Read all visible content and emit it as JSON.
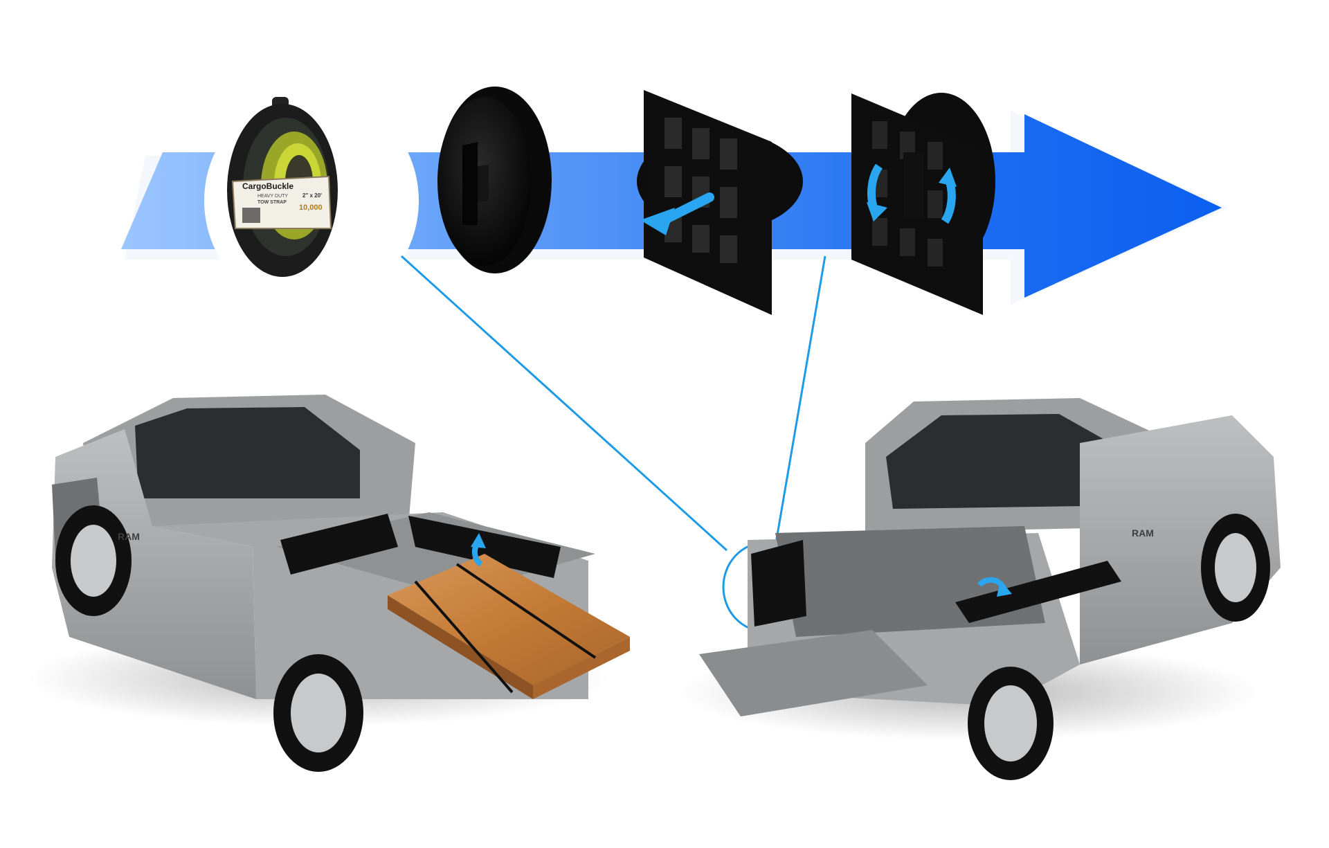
{
  "strap_pack": {
    "brand": "CargoBuckle",
    "subtitle_line1": "HEAVY DUTY",
    "subtitle_line2": "TOW STRAP",
    "size": "2\" x 20'",
    "rating": "10,000"
  },
  "trucks": {
    "left_badge": "RAM",
    "right_badge": "RAM"
  },
  "colors": {
    "arrow_blue": "#0b63f0",
    "arrow_light": "#8dbcff",
    "callout_line": "#1e9be6",
    "truck_body": "#a7a9ab",
    "panel_black": "#111111",
    "wood": "#c9853f",
    "rotate_arrow": "#2aa6f0"
  },
  "icons": [
    "arrow-right-icon",
    "rotate-icon",
    "insert-arrow-icon"
  ]
}
